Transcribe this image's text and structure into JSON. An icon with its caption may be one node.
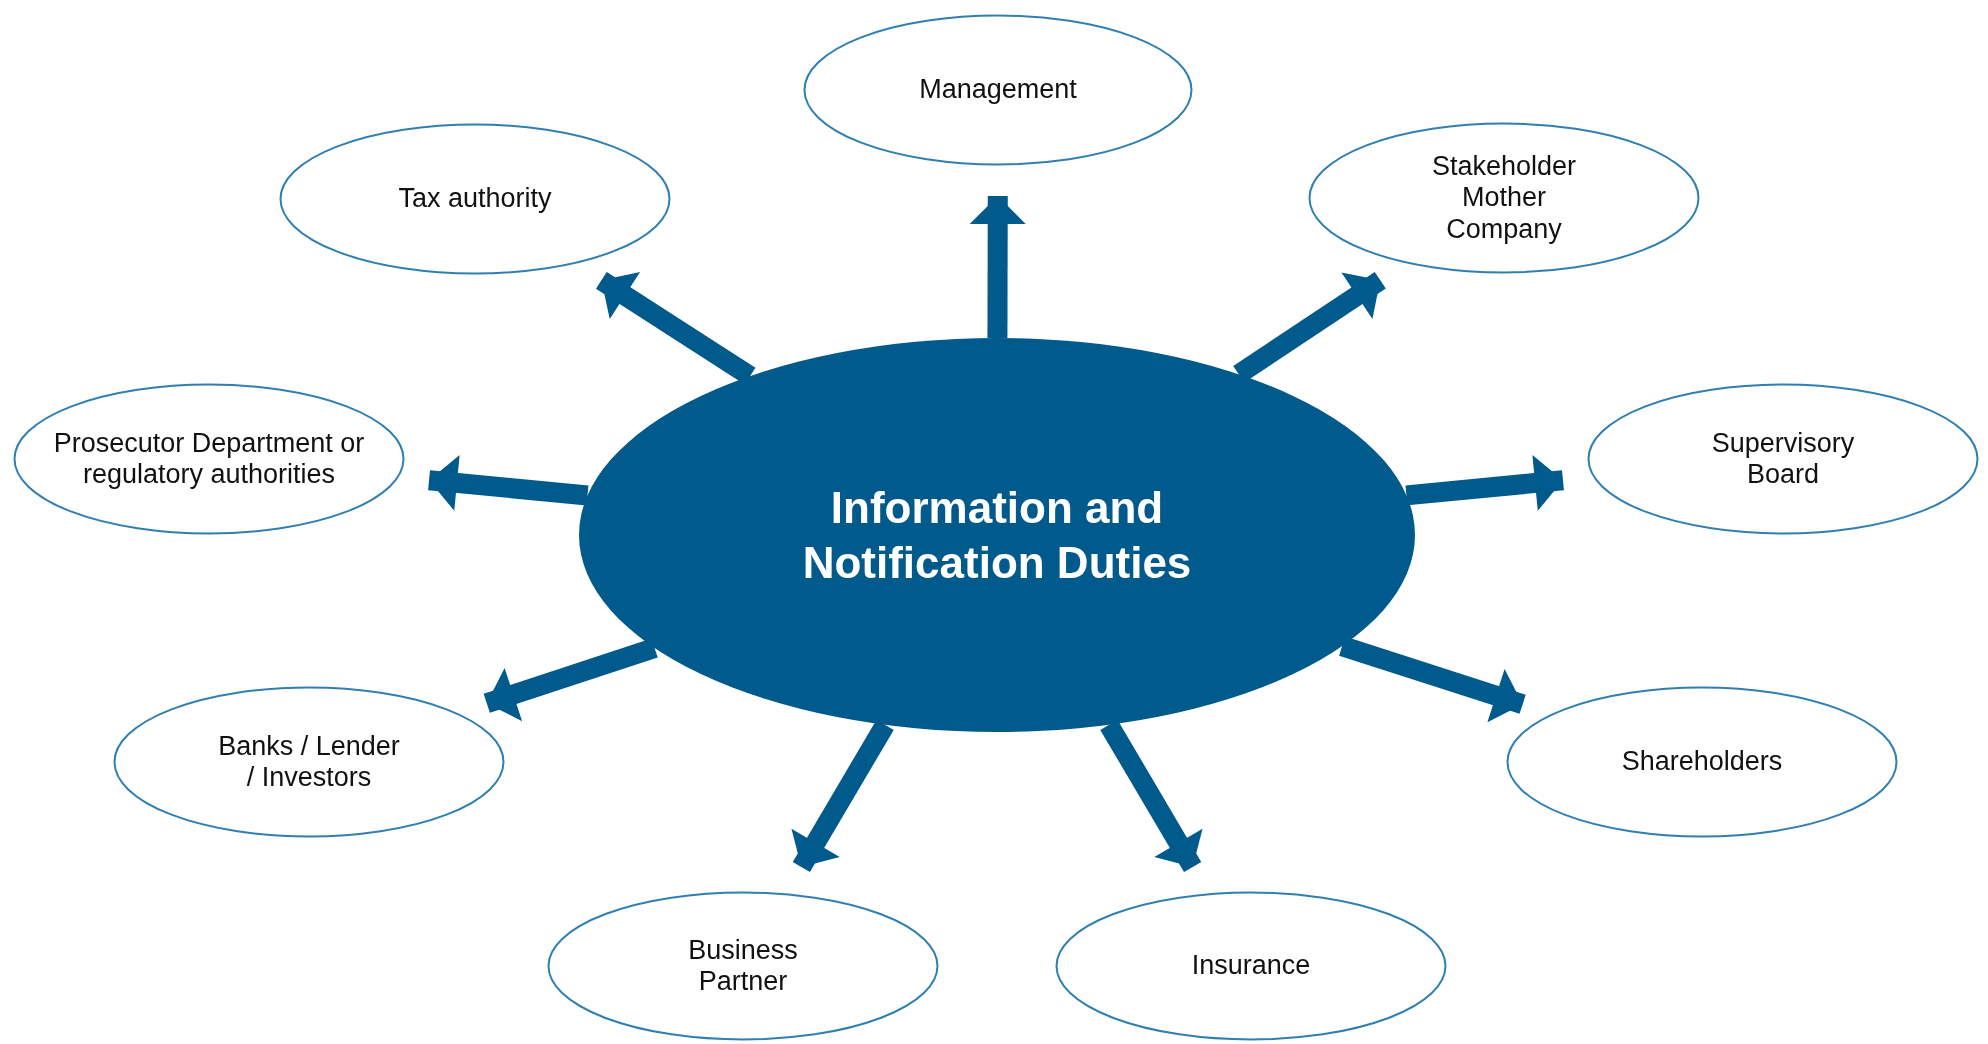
{
  "diagram": {
    "nodes": [
      {
        "text": [
          "Information and Notification Duties"
        ]
      },
      {
        "text": [
          "Management"
        ]
      },
      {
        "text": [
          "Tax authority"
        ]
      },
      {
        "text": [
          "Stakeholder Mother Company"
        ]
      },
      {
        "text": [
          "Prosecutor Department or regulatory authorities"
        ]
      },
      {
        "text": [
          "Supervisory Board"
        ]
      },
      {
        "text": [
          "Banks / Lender / Investors"
        ]
      },
      {
        "text": [
          "Shareholders"
        ]
      },
      {
        "text": [
          "Business Partner"
        ]
      },
      {
        "text": [
          "Insurance"
        ]
      }
    ],
    "edges": [
      {
        "from": 0,
        "to": 1,
        "arrow": "to"
      },
      {
        "from": 0,
        "to": 2,
        "arrow": "to"
      },
      {
        "from": 0,
        "to": 3,
        "arrow": "to"
      },
      {
        "from": 0,
        "to": 4,
        "arrow": "to"
      },
      {
        "from": 0,
        "to": 5,
        "arrow": "to"
      },
      {
        "from": 0,
        "to": 6,
        "arrow": "to"
      },
      {
        "from": 0,
        "to": 7,
        "arrow": "to"
      },
      {
        "from": 0,
        "to": 8,
        "arrow": "to"
      },
      {
        "from": 0,
        "to": 9,
        "arrow": "to"
      }
    ]
  }
}
